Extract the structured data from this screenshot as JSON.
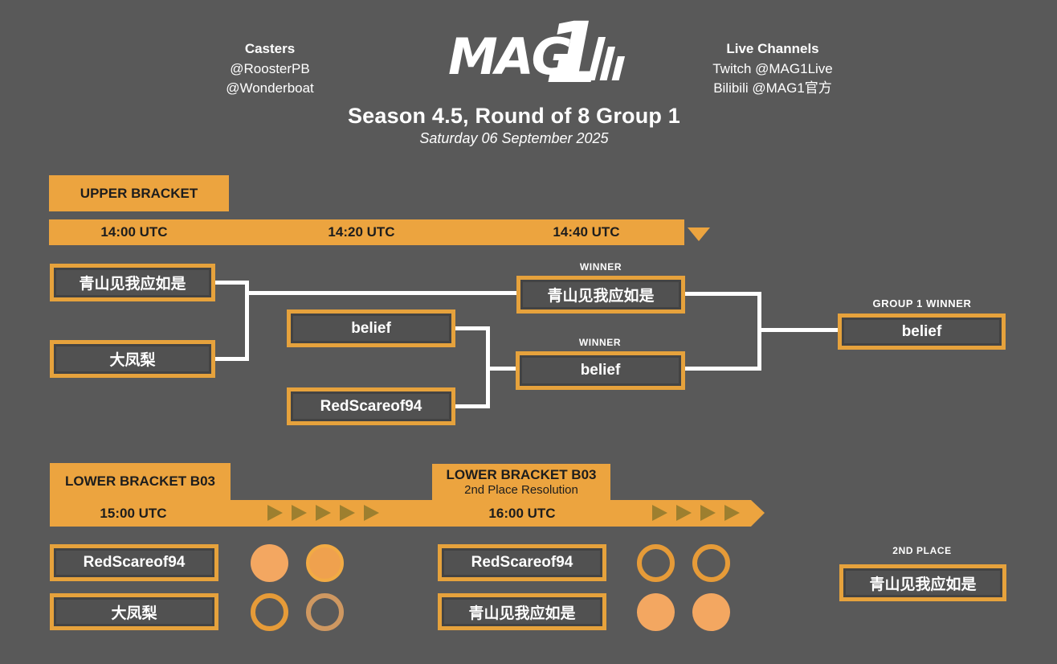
{
  "colors": {
    "background": "#595959",
    "orange": "#eca43f",
    "orange_border": "#e6a23c",
    "box_fill": "#515151",
    "arrow_olive": "#9d7f2f",
    "circle_filled": "#f3a761",
    "circle_ring": "#e69b38",
    "connector": "#ffffff"
  },
  "header": {
    "casters": {
      "title": "Casters",
      "lines": [
        "@RoosterPB",
        "@Wonderboat"
      ]
    },
    "live_channels": {
      "title": "Live Channels",
      "lines": [
        "Twitch @MAG1Live",
        "Bilibili @MAG1官方"
      ]
    },
    "logo_text": "MAG1",
    "title": "Season 4.5, Round of 8 Group 1",
    "subtitle": "Saturday 06 September 2025"
  },
  "upper_bracket": {
    "label": "UPPER BRACKET",
    "times": [
      "14:00 UTC",
      "14:20 UTC",
      "14:40 UTC"
    ],
    "semifinal1": {
      "team1": "青山见我应如是",
      "team2": "大凤梨",
      "winner_label": "WINNER",
      "winner": "青山见我应如是"
    },
    "semifinal2": {
      "team1": "belief",
      "team2": "RedScareof94",
      "winner_label": "WINNER",
      "winner": "belief"
    },
    "final": {
      "label": "GROUP 1 WINNER",
      "winner": "belief"
    }
  },
  "lower_bracket": {
    "match1": {
      "label": "LOWER BRACKET B03",
      "time": "15:00 UTC",
      "team1": "RedScareof94",
      "team2": "大凤梨",
      "team1_games": [
        true,
        true
      ],
      "team2_games": [
        false,
        false
      ],
      "arrow_count": 5
    },
    "match2": {
      "label": "LOWER BRACKET B03",
      "sublabel": "2nd Place Resolution",
      "time": "16:00 UTC",
      "team1": "RedScareof94",
      "team2": "青山见我应如是",
      "team1_games": [
        false,
        false
      ],
      "team2_games": [
        true,
        true
      ],
      "arrow_count": 4
    },
    "second_place": {
      "label": "2ND PLACE",
      "team": "青山见我应如是"
    }
  }
}
